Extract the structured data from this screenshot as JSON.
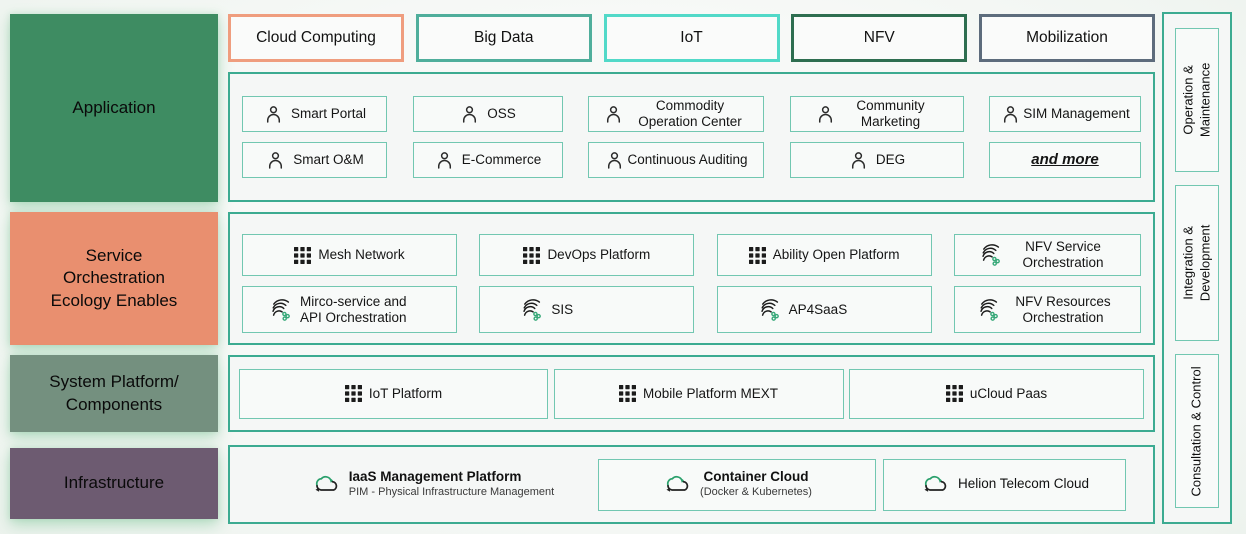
{
  "palette": {
    "section_border": "#3cab91",
    "item_border": "#72c7b1",
    "icon_green": "#2aa06c"
  },
  "left_rows": [
    {
      "label": "Application",
      "color": "#3e8c62"
    },
    {
      "label": "Service Orchestration Ecology Enables",
      "color": "#e98f6f"
    },
    {
      "label": "System Platform/ Components",
      "color": "#74907f"
    },
    {
      "label": "Infrastructure",
      "color": "#6d5b71"
    }
  ],
  "categories": [
    {
      "label": "Cloud Computing",
      "border_color": "#ef9d7e"
    },
    {
      "label": "Big Data",
      "border_color": "#4fae9b"
    },
    {
      "label": "IoT",
      "border_color": "#52d9c8"
    },
    {
      "label": "NFV",
      "border_color": "#2e6e50"
    },
    {
      "label": "Mobilization",
      "border_color": "#5d6c7c"
    }
  ],
  "application": {
    "row1": [
      {
        "label": "Smart Portal"
      },
      {
        "label": "OSS"
      },
      {
        "label": "Commodity Operation Center"
      },
      {
        "label": "Community Marketing"
      },
      {
        "label": "SIM Management"
      }
    ],
    "row2": [
      {
        "label": "Smart O&M"
      },
      {
        "label": "E-Commerce"
      },
      {
        "label": "Continuous Auditing"
      },
      {
        "label": "DEG"
      },
      {
        "label": "and more"
      }
    ]
  },
  "services": {
    "row1": [
      {
        "label": "Mesh Network",
        "icon": "grid-icon"
      },
      {
        "label": "DevOps Platform",
        "icon": "grid-icon"
      },
      {
        "label": "Ability Open Platform",
        "icon": "grid-icon"
      },
      {
        "label": "NFV Service Orchestration",
        "icon": "orchestration-icon"
      }
    ],
    "row2": [
      {
        "label": "Mirco-service and API Orchestration",
        "icon": "orchestration-icon"
      },
      {
        "label": "SIS",
        "icon": "orchestration-icon"
      },
      {
        "label": "AP4SaaS",
        "icon": "orchestration-icon"
      },
      {
        "label": "NFV Resources Orchestration",
        "icon": "orchestration-icon"
      }
    ]
  },
  "system": {
    "items": [
      {
        "label": "IoT Platform"
      },
      {
        "label": "Mobile Platform MEXT"
      },
      {
        "label": "uCloud Paas"
      }
    ]
  },
  "infrastructure": {
    "items": [
      {
        "title": "IaaS Management Platform",
        "subtitle": "PIM - Physical Infrastructure Management"
      },
      {
        "title": "Container Cloud",
        "subtitle": "(Docker & Kubernetes)"
      },
      {
        "title": "Helion Telecom Cloud",
        "subtitle": ""
      }
    ]
  },
  "sidebar": {
    "items": [
      {
        "lines": [
          "Operation &",
          "Maintenance"
        ]
      },
      {
        "lines": [
          "Integration &",
          "Development"
        ]
      },
      {
        "lines": [
          "Consultation & Control"
        ]
      }
    ]
  }
}
